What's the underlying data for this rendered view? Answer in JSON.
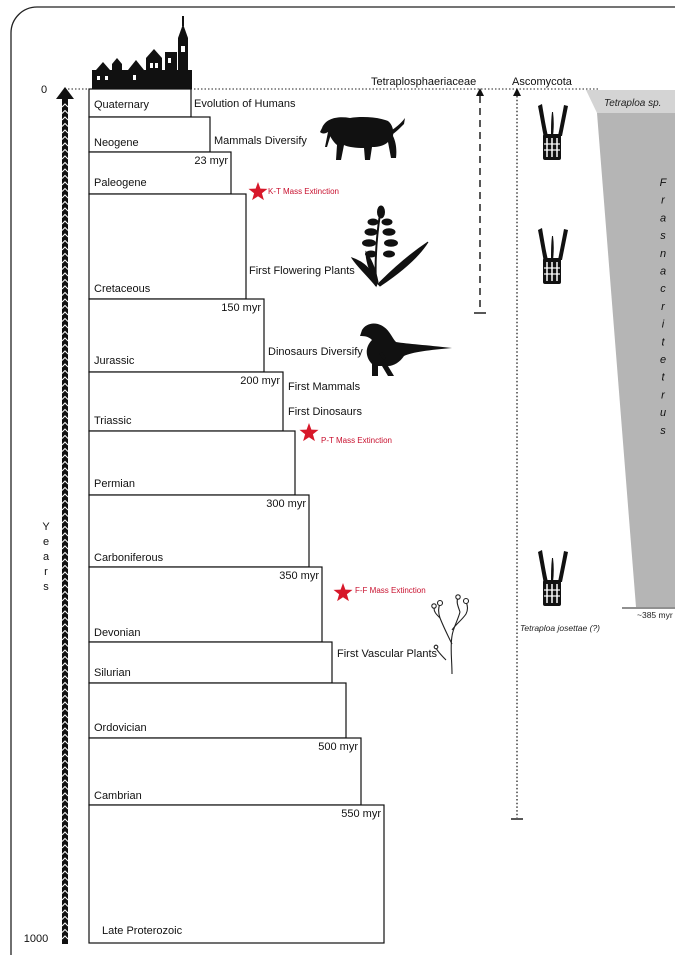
{
  "axis": {
    "top_value": "0",
    "bottom_value": "1000",
    "label_letters": [
      "Y",
      "e",
      "a",
      "r",
      "s"
    ]
  },
  "periods": [
    {
      "name": "Quaternary"
    },
    {
      "name": "Neogene"
    },
    {
      "name": "Paleogene",
      "myr": "23 myr"
    },
    {
      "name": "Cretaceous"
    },
    {
      "name": "Jurassic",
      "myr": "150 myr"
    },
    {
      "name": "Triassic",
      "myr": "200 myr"
    },
    {
      "name": "Permian"
    },
    {
      "name": "Carboniferous",
      "myr": "300 myr"
    },
    {
      "name": "Devonian",
      "myr": "350 myr"
    },
    {
      "name": "Silurian"
    },
    {
      "name": "Ordovician"
    },
    {
      "name": "Cambrian",
      "myr": "500 myr"
    },
    {
      "name": "Late Proterozoic",
      "myr": "550 myr"
    }
  ],
  "events": [
    {
      "label": "Evolution of Humans"
    },
    {
      "label": "Mammals Diversify"
    },
    {
      "label": "First Flowering Plants"
    },
    {
      "label": "Dinosaurs Diversify"
    },
    {
      "label": "First Mammals"
    },
    {
      "label": "First Dinosaurs"
    },
    {
      "label": "First Vascular Plants"
    }
  ],
  "extinctions": [
    {
      "label": "K-T Mass Extinction"
    },
    {
      "label": "P-T Mass Extinction"
    },
    {
      "label": "F-F Mass Extinction"
    }
  ],
  "lineages": {
    "tetraplosphaeriaceae": "Tetraplosphaeriaceae",
    "ascomycota": "Ascomycota",
    "tetraploa_sp": "Tetraploa sp.",
    "frasnacritetrus_letters": [
      "F",
      "r",
      "a",
      "s",
      "n",
      "a",
      "c",
      "r",
      "i",
      "t",
      "e",
      "t",
      "r",
      "u",
      "s"
    ],
    "fossil_label": "Tetraploa josettae (?)",
    "age_label": "~385 myr"
  },
  "colors": {
    "extinction_red": "#d7182a",
    "grey_wedge": "#b5b5b5",
    "light_grey": "#d4d4d4",
    "ink": "#111111"
  }
}
